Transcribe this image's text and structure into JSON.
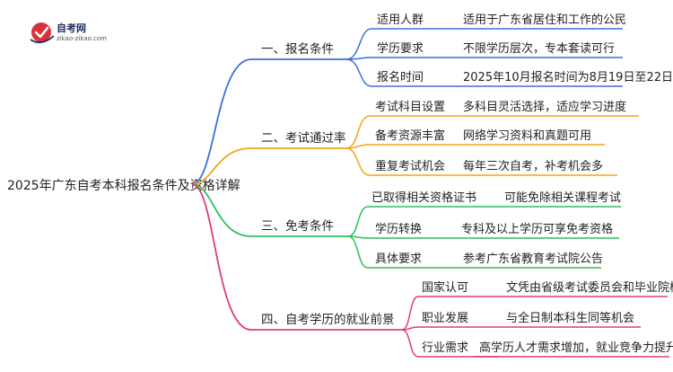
{
  "logo": {
    "title": "自考网",
    "subtitle": "zikao-zikao.com"
  },
  "root": {
    "label": "2025年广东自考本科报名条件及资格详解"
  },
  "branches": [
    {
      "label": "一、报名条件",
      "color": "#3b6fd8",
      "items": [
        {
          "category": "适用人群",
          "value": "适用于广东省居住和工作的公民"
        },
        {
          "category": "学历要求",
          "value": "不限学历层次，专本套读可行"
        },
        {
          "category": "报名时间",
          "value": "2025年10月报名时间为8月19日至22日"
        }
      ]
    },
    {
      "label": "二、考试通过率",
      "color": "#f2a516",
      "items": [
        {
          "category": "考试科目设置",
          "value": "多科目灵活选择，适应学习进度"
        },
        {
          "category": "备考资源丰富",
          "value": "网络学习资料和真题可用"
        },
        {
          "category": "重复考试机会",
          "value": "每年三次自考，补考机会多"
        }
      ]
    },
    {
      "label": "三、免考条件",
      "color": "#2fbf5a",
      "items": [
        {
          "category": "已取得相关资格证书",
          "value": "可能免除相关课程考试"
        },
        {
          "category": "学历转换",
          "value": "专科及以上学历可享免考资格"
        },
        {
          "category": "具体要求",
          "value": "参考广东省教育考试院公告"
        }
      ]
    },
    {
      "label": "四、自考学历的就业前景",
      "color": "#e23b79",
      "items": [
        {
          "category": "国家认可",
          "value": "文凭由省级考试委员会和毕业院校颁发"
        },
        {
          "category": "职业发展",
          "value": "与全日制本科生同等机会"
        },
        {
          "category": "行业需求",
          "value": "高学历人才需求增加，就业竞争力提升"
        }
      ]
    }
  ]
}
